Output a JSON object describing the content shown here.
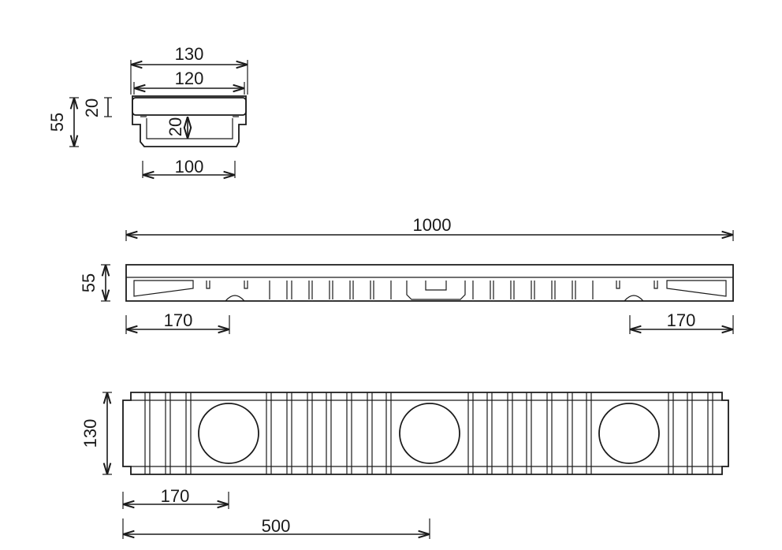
{
  "section_view": {
    "top_width": "130",
    "grate_width": "120",
    "height": "55",
    "grate_height": "20",
    "inner_depth": "20",
    "bottom_width": "100"
  },
  "side_view": {
    "length": "1000",
    "height": "55",
    "left_end": "170",
    "right_end": "170"
  },
  "top_view": {
    "width": "130",
    "end_offset": "170",
    "half_length": "500"
  }
}
